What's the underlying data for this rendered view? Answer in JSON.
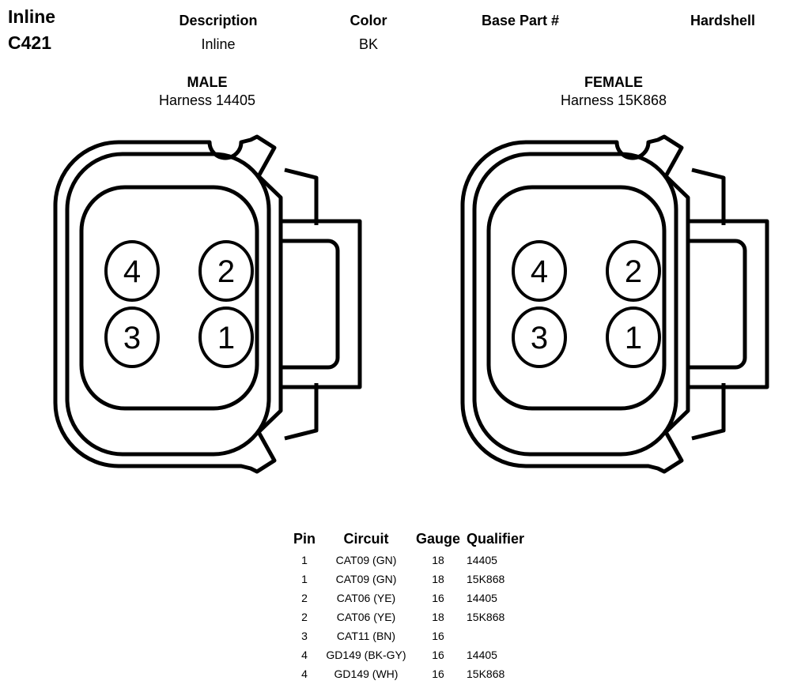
{
  "header": {
    "connector_type": "Inline",
    "connector_id": "C421",
    "columns": [
      {
        "label": "Description",
        "value": "Inline"
      },
      {
        "label": "Color",
        "value": "BK"
      },
      {
        "label": "Base Part #",
        "value": ""
      },
      {
        "label": "Hardshell",
        "value": ""
      }
    ]
  },
  "male": {
    "title": "MALE",
    "harness": "Harness 14405",
    "pins": [
      "4",
      "2",
      "3",
      "1"
    ]
  },
  "female": {
    "title": "FEMALE",
    "harness": "Harness 15K868",
    "pins": [
      "4",
      "2",
      "3",
      "1"
    ]
  },
  "pin_table": {
    "headers": [
      "Pin",
      "Circuit",
      "Gauge",
      "Qualifier"
    ],
    "rows": [
      [
        "1",
        "CAT09 (GN)",
        "18",
        "14405"
      ],
      [
        "1",
        "CAT09 (GN)",
        "18",
        "15K868"
      ],
      [
        "2",
        "CAT06 (YE)",
        "16",
        "14405"
      ],
      [
        "2",
        "CAT06 (YE)",
        "18",
        "15K868"
      ],
      [
        "3",
        "CAT11 (BN)",
        "16",
        ""
      ],
      [
        "4",
        "GD149 (BK-GY)",
        "16",
        "14405"
      ],
      [
        "4",
        "GD149 (WH)",
        "16",
        "15K868"
      ]
    ]
  }
}
